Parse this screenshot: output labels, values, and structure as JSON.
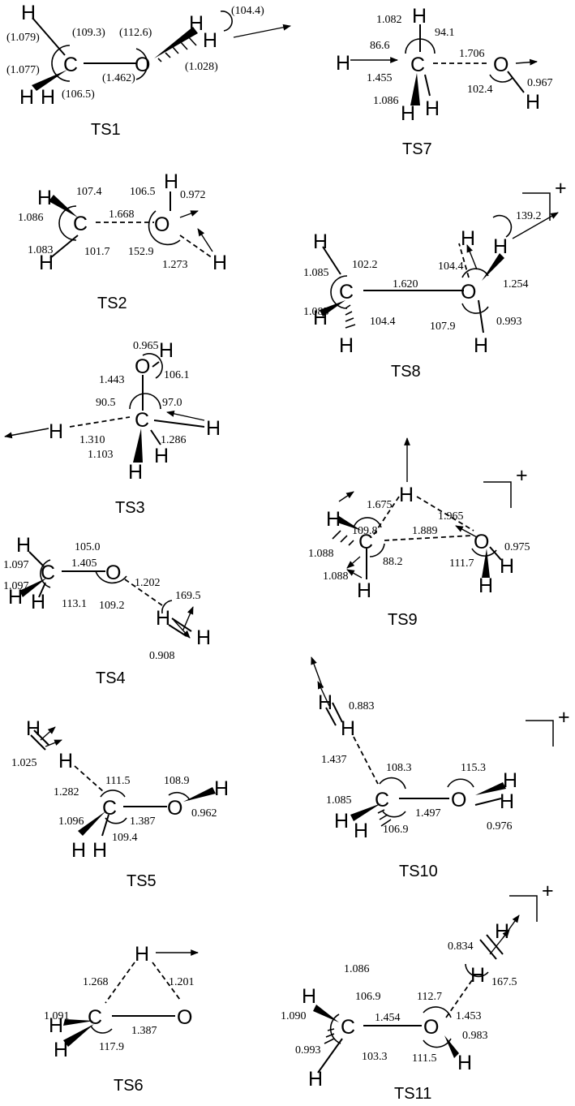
{
  "structures": [
    {
      "id": "TS1",
      "title": "TS1",
      "labels": [
        "(1.079)",
        "(1.077)",
        "(109.3)",
        "(112.6)",
        "(104.4)",
        "(1.462)",
        "(106.5)",
        "(1.028)"
      ]
    },
    {
      "id": "TS2",
      "title": "TS2",
      "labels": [
        "107.4",
        "106.5",
        "0.972",
        "1.086",
        "1.668",
        "1.083",
        "101.7",
        "152.9",
        "1.273"
      ]
    },
    {
      "id": "TS3",
      "title": "TS3",
      "labels": [
        "0.965",
        "106.1",
        "1.443",
        "90.5",
        "97.0",
        "1.310",
        "1.286",
        "1.103"
      ]
    },
    {
      "id": "TS4",
      "title": "TS4",
      "labels": [
        "105.0",
        "1.097",
        "1.405",
        "1.097",
        "113.1",
        "109.2",
        "1.202",
        "169.5",
        "0.908"
      ]
    },
    {
      "id": "TS5",
      "title": "TS5",
      "labels": [
        "1.025",
        "111.5",
        "108.9",
        "1.282",
        "1.387",
        "1.096",
        "0.962",
        "109.4"
      ]
    },
    {
      "id": "TS6",
      "title": "TS6",
      "labels": [
        "1.268",
        "1.201",
        "1.091",
        "1.387",
        "117.9"
      ]
    },
    {
      "id": "TS7",
      "title": "TS7",
      "labels": [
        "1.082",
        "94.1",
        "86.6",
        "1.706",
        "1.455",
        "102.4",
        "0.967",
        "1.086"
      ]
    },
    {
      "id": "TS8",
      "title": "TS8",
      "charge": "+",
      "labels": [
        "139.2",
        "102.2",
        "1.085",
        "104.4",
        "1.620",
        "1.254",
        "1.085",
        "104.4",
        "0.993",
        "107.9"
      ]
    },
    {
      "id": "TS9",
      "title": "TS9",
      "charge": "+",
      "labels": [
        "1.675",
        "1.965",
        "109.8",
        "1.889",
        "1.088",
        "0.975",
        "88.2",
        "111.7",
        "1.088"
      ]
    },
    {
      "id": "TS10",
      "title": "TS10",
      "charge": "+",
      "labels": [
        "0.883",
        "1.437",
        "108.3",
        "115.3",
        "1.085",
        "1.497",
        "0.976",
        "106.9"
      ]
    },
    {
      "id": "TS11",
      "title": "TS11",
      "charge": "+",
      "labels": [
        "0.834",
        "1.086",
        "167.5",
        "106.9",
        "112.7",
        "1.090",
        "1.454",
        "1.453",
        "0.983",
        "0.993",
        "103.3",
        "111.5"
      ]
    }
  ],
  "atoms": {
    "C": "C",
    "O": "O",
    "H": "H"
  }
}
